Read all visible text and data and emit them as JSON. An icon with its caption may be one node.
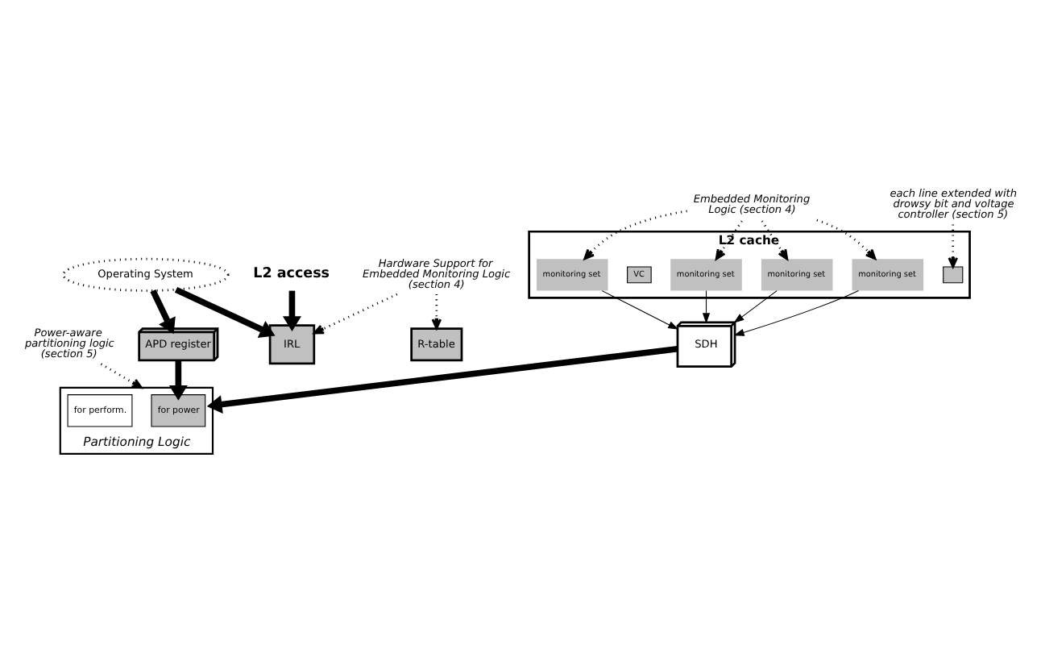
{
  "diagram": {
    "nodes": [
      {
        "text": [
          "L2 access"
        ]
      },
      {
        "text": [
          "Operating System"
        ]
      },
      {
        "text": [
          "IRL"
        ]
      },
      {
        "text": [
          "Hardware Support for Embedded Monitoring Logic (section 4)"
        ]
      },
      {
        "text": [
          "R-table"
        ]
      },
      {
        "text": [
          "L2 cache"
        ]
      },
      {
        "text": [
          "monitoring set"
        ],
        "in": 5
      },
      {
        "text": [
          "monitoring set"
        ],
        "in": 5
      },
      {
        "text": [
          "monitoring set"
        ],
        "in": 5
      },
      {
        "text": [
          "monitoring set"
        ],
        "in": 5
      },
      {
        "text": [
          "VC"
        ],
        "in": 5
      },
      {
        "text": [
          "SDH"
        ]
      },
      {
        "text": [
          "Embedded Monitoring Logic (section 4)"
        ]
      },
      {
        "text": [
          "APD register"
        ]
      },
      {
        "text": [
          "Power-aware partitioning logic (section 5)"
        ]
      },
      {
        "text": [
          "Partitioning Logic"
        ]
      },
      {
        "text": [
          "for power"
        ],
        "in": 15
      },
      {
        "text": [
          "for perform."
        ],
        "in": 15
      },
      {
        "text": [
          "each line extended with drowsy bit and voltage controller (section 5)"
        ]
      },
      {
        "text": [],
        "shape": "box",
        "in": 5
      }
    ],
    "edges": [
      {
        "from": 0,
        "to": 2,
        "arrow": "to",
        "style": "thick"
      },
      {
        "from": 1,
        "to": 2,
        "arrow": "to",
        "style": "thick"
      },
      {
        "from": 3,
        "to": 2,
        "arrow": "to",
        "style": "dashed"
      },
      {
        "from": 3,
        "to": 4,
        "arrow": "to",
        "style": "dashed"
      },
      {
        "from": 1,
        "to": 13,
        "arrow": "to",
        "style": "thick"
      },
      {
        "from": 12,
        "to": 6,
        "arrow": "to",
        "style": "dashed"
      },
      {
        "from": 12,
        "to": 7,
        "arrow": "to",
        "style": "dashed"
      },
      {
        "from": 12,
        "to": 8,
        "arrow": "to",
        "style": "dashed"
      },
      {
        "from": 12,
        "to": 9,
        "arrow": "to",
        "style": "dashed"
      },
      {
        "from": 6,
        "to": 11,
        "arrow": "to"
      },
      {
        "from": 7,
        "to": 11,
        "arrow": "to"
      },
      {
        "from": 8,
        "to": 11,
        "arrow": "to"
      },
      {
        "from": 9,
        "to": 11,
        "arrow": "to"
      },
      {
        "from": 11,
        "to": 15,
        "arrow": "to",
        "style": "thick"
      },
      {
        "from": 13,
        "to": 16,
        "arrow": "to",
        "style": "thick"
      },
      {
        "from": 14,
        "to": 15,
        "arrow": "to",
        "style": "dashed"
      },
      {
        "from": 18,
        "to": 19,
        "arrow": "to",
        "style": "dashed"
      }
    ]
  }
}
